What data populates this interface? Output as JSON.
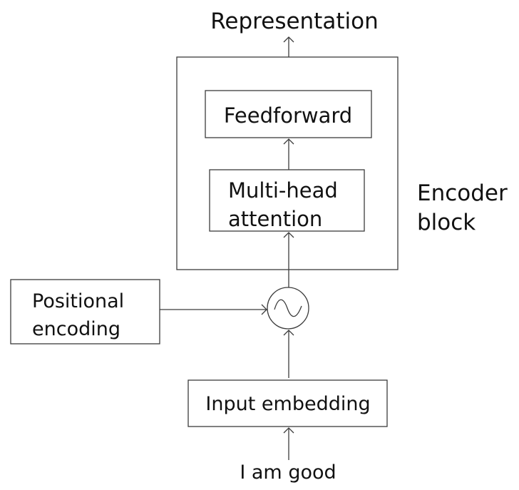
{
  "diagram": {
    "output_label": "Representation",
    "encoder_label_line1": "Encoder",
    "encoder_label_line2": "block",
    "feedforward_label": "Feedforward",
    "attention_label_line1": "Multi-head",
    "attention_label_line2": "attention",
    "positional_label_line1": "Positional",
    "positional_label_line2": "encoding",
    "input_embedding_label": "Input embedding",
    "input_text": "I am good",
    "combine_symbol": "~"
  },
  "colors": {
    "stroke": "#3c3c3c",
    "text": "#111111",
    "background": "#ffffff"
  }
}
